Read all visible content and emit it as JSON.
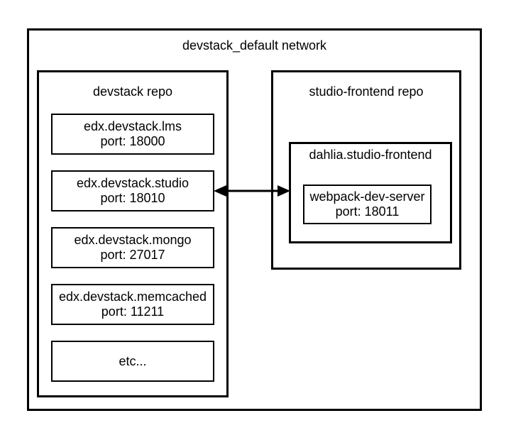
{
  "diagram": {
    "network_label": "devstack_default network",
    "left_repo": {
      "title": "devstack repo",
      "containers": [
        {
          "name": "edx.devstack.lms",
          "port": "port: 18000"
        },
        {
          "name": "edx.devstack.studio",
          "port": "port: 18010"
        },
        {
          "name": "edx.devstack.mongo",
          "port": "port: 27017"
        },
        {
          "name": "edx.devstack.memcached",
          "port": "port: 11211"
        },
        {
          "name": "etc...",
          "port": ""
        }
      ]
    },
    "right_repo": {
      "title": "studio-frontend repo",
      "dahlia": {
        "title": "dahlia.studio-frontend",
        "webpack": {
          "name": "webpack-dev-server",
          "port": "port: 18011"
        }
      }
    },
    "connection": {
      "type": "bidirectional-arrow",
      "from": "edx.devstack.studio",
      "to": "dahlia.studio-frontend"
    },
    "colors": {
      "line": "#000000",
      "background": "#ffffff",
      "text": "#000000"
    }
  }
}
